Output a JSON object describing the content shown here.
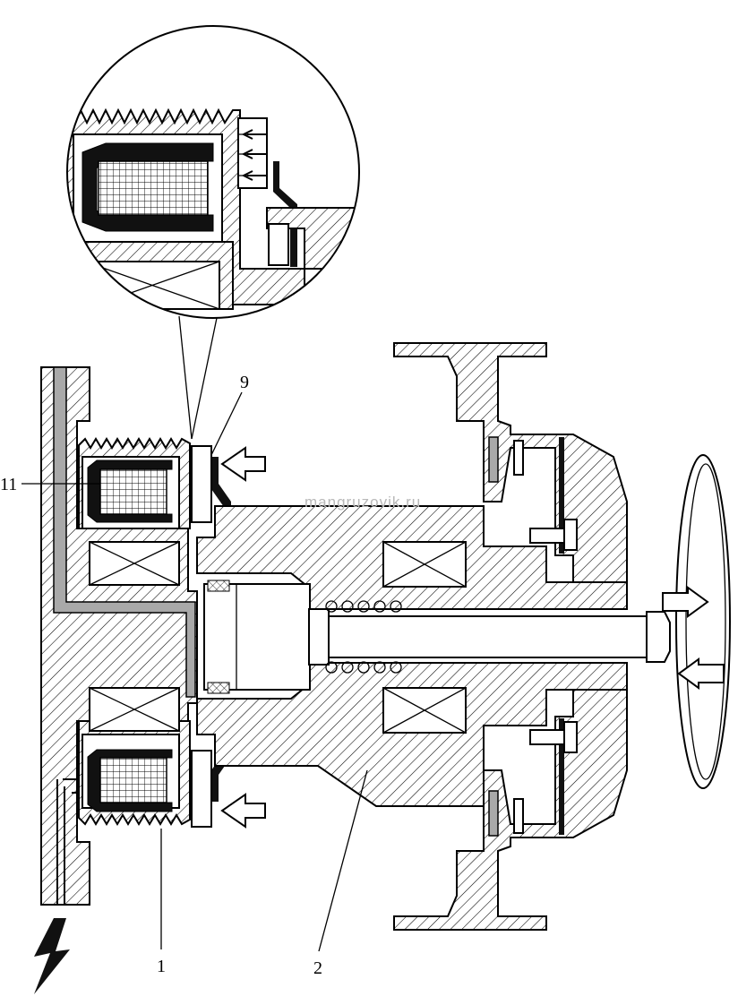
{
  "labels": {
    "part_9": "9",
    "part_11": "11",
    "part_1": "1",
    "part_2": "2"
  },
  "watermark": "mangruzovik.ru",
  "colors": {
    "line": "#000000",
    "coil_insulation": "#111111",
    "fluid_channel": "#a9a9a9",
    "background": "#ffffff"
  }
}
